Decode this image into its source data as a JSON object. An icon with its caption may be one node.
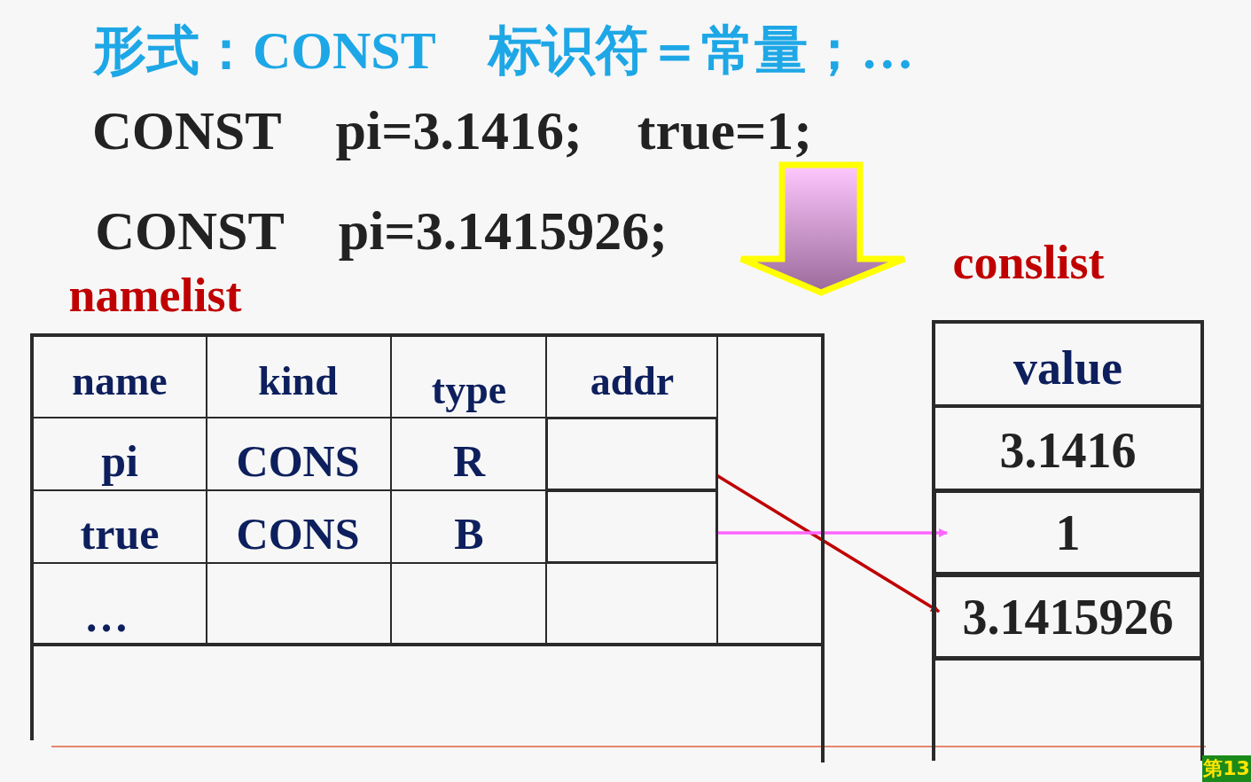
{
  "diagram": {
    "title": "形式：CONST　标识符＝常量；…",
    "nodes": [
      {
        "text": [
          "namelist"
        ]
      },
      {
        "text": [
          "conslist"
        ]
      },
      {
        "text": [],
        "shape": "box",
        "in": 0
      },
      {
        "text": [],
        "shape": "box",
        "in": 0
      },
      {
        "text": [
          "1"
        ],
        "in": 1
      },
      {
        "text": [
          "3.1415926"
        ],
        "in": 1
      }
    ],
    "edges": [
      {
        "from": 2,
        "to": 5,
        "arrow": "to",
        "color": "#c00000"
      },
      {
        "from": 3,
        "to": 4,
        "arrow": "to",
        "color": "#ff66ff"
      }
    ],
    "labels": [
      "CONST　pi=3.1416;　true=1;",
      "CONST　pi=3.1415926;",
      "name",
      "kind",
      "type",
      "addr",
      "pi",
      "CONS",
      "R",
      "true",
      "CONS",
      "B",
      "…",
      "value",
      "3.1416",
      "第13"
    ]
  }
}
